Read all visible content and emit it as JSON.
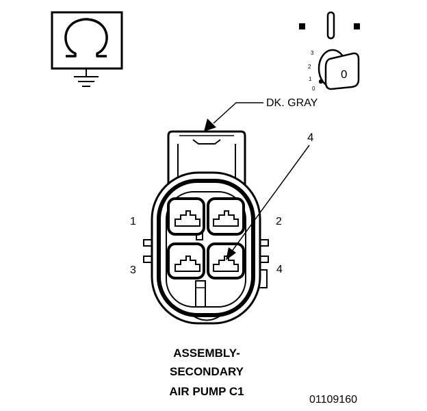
{
  "symbols": {
    "ohmmeter_icon": "ohm-with-ground-icon",
    "ignition_icon": "ignition-key-off-icon",
    "ohm_glyph": "Ω"
  },
  "ignition": {
    "positions": [
      "3",
      "2",
      "1",
      "0"
    ],
    "key_label": "0"
  },
  "connector": {
    "color_label": "DK. GRAY",
    "callout_label": "4",
    "pins": [
      "1",
      "2",
      "3",
      "4"
    ]
  },
  "caption": {
    "line1": "ASSEMBLY-",
    "line2": "SECONDARY",
    "line3": "AIR PUMP C1"
  },
  "figure_number": "01109160"
}
